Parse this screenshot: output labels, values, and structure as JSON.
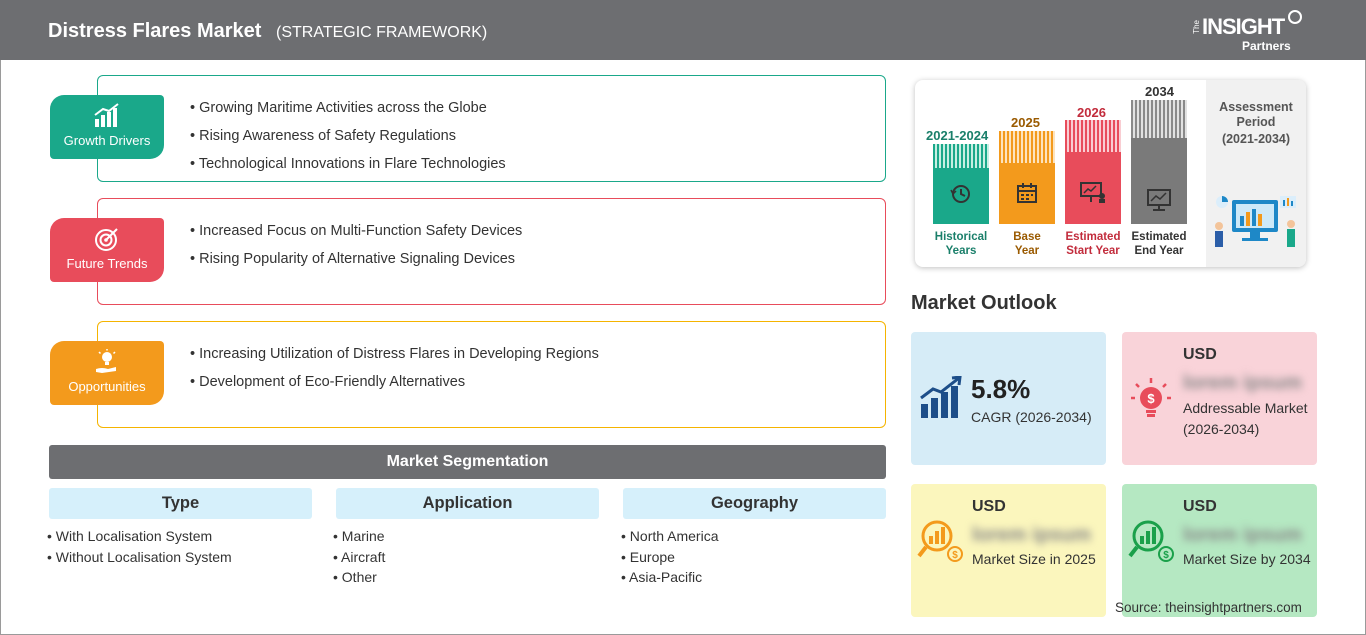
{
  "header": {
    "title": "Distress Flares Market",
    "subtitle": "(STRATEGIC FRAMEWORK)",
    "logo": {
      "the": "The",
      "insight": "INSIGHT",
      "partners": "Partners"
    }
  },
  "framework": [
    {
      "badge": "Growth Drivers",
      "icon": "chart-growth-icon",
      "color": "#1aa88a",
      "items": [
        "Growing Maritime Activities across the Globe",
        "Rising Awareness of Safety Regulations",
        "Technological Innovations in Flare Technologies"
      ]
    },
    {
      "badge": "Future Trends",
      "icon": "target-icon",
      "color": "#e84c5b",
      "items": [
        "Increased Focus on Multi-Function Safety Devices",
        "Rising Popularity of Alternative Signaling Devices"
      ]
    },
    {
      "badge": "Opportunities",
      "icon": "lightbulb-hand-icon",
      "color": "#f39a1c",
      "items": [
        "Increasing Utilization of Distress Flares in Developing Regions",
        "Development of Eco-Friendly Alternatives"
      ]
    }
  ],
  "segmentation": {
    "title": "Market Segmentation",
    "columns": [
      {
        "head": "Type",
        "items": [
          "With Localisation System",
          "Without Localisation System"
        ]
      },
      {
        "head": "Application",
        "items": [
          "Marine",
          "Aircraft",
          "Other"
        ]
      },
      {
        "head": "Geography",
        "items": [
          "North America",
          "Europe",
          "Asia-Pacific"
        ]
      }
    ]
  },
  "timeline": {
    "periods": [
      {
        "year": "2021-2024",
        "label1": "Historical",
        "label2": "Years",
        "color": "#1aa88a",
        "icon": "history-icon"
      },
      {
        "year": "2025",
        "label1": "Base",
        "label2": "Year",
        "color": "#f39a1c",
        "icon": "calendar-icon"
      },
      {
        "year": "2026",
        "label1": "Estimated",
        "label2": "Start Year",
        "color": "#e84c5b",
        "icon": "presentation-icon"
      },
      {
        "year": "2034",
        "label1": "Estimated",
        "label2": "End Year",
        "color": "#7a7a7a",
        "icon": "monitor-chart-icon"
      }
    ],
    "assessment_label": "Assessment Period",
    "assessment_range": "(2021-2034)"
  },
  "outlook": {
    "title": "Market Outlook",
    "cagr": {
      "value": "5.8%",
      "label": "CAGR (2026-2034)",
      "bg": "#d6ecf7"
    },
    "addressable": {
      "usd": "USD",
      "value": "lorem ipsum",
      "label": "Addressable Market (2026-2034)",
      "bg": "#f9d3d9"
    },
    "size2025": {
      "usd": "USD",
      "value": "lorem ipsum",
      "label": "Market Size in 2025",
      "bg": "#fbf6bd"
    },
    "size2034": {
      "usd": "USD",
      "value": "lorem ipsum",
      "label": "Market Size by 2034",
      "bg": "#b5e8c2"
    }
  },
  "source": "Source: theinsightpartners.com"
}
